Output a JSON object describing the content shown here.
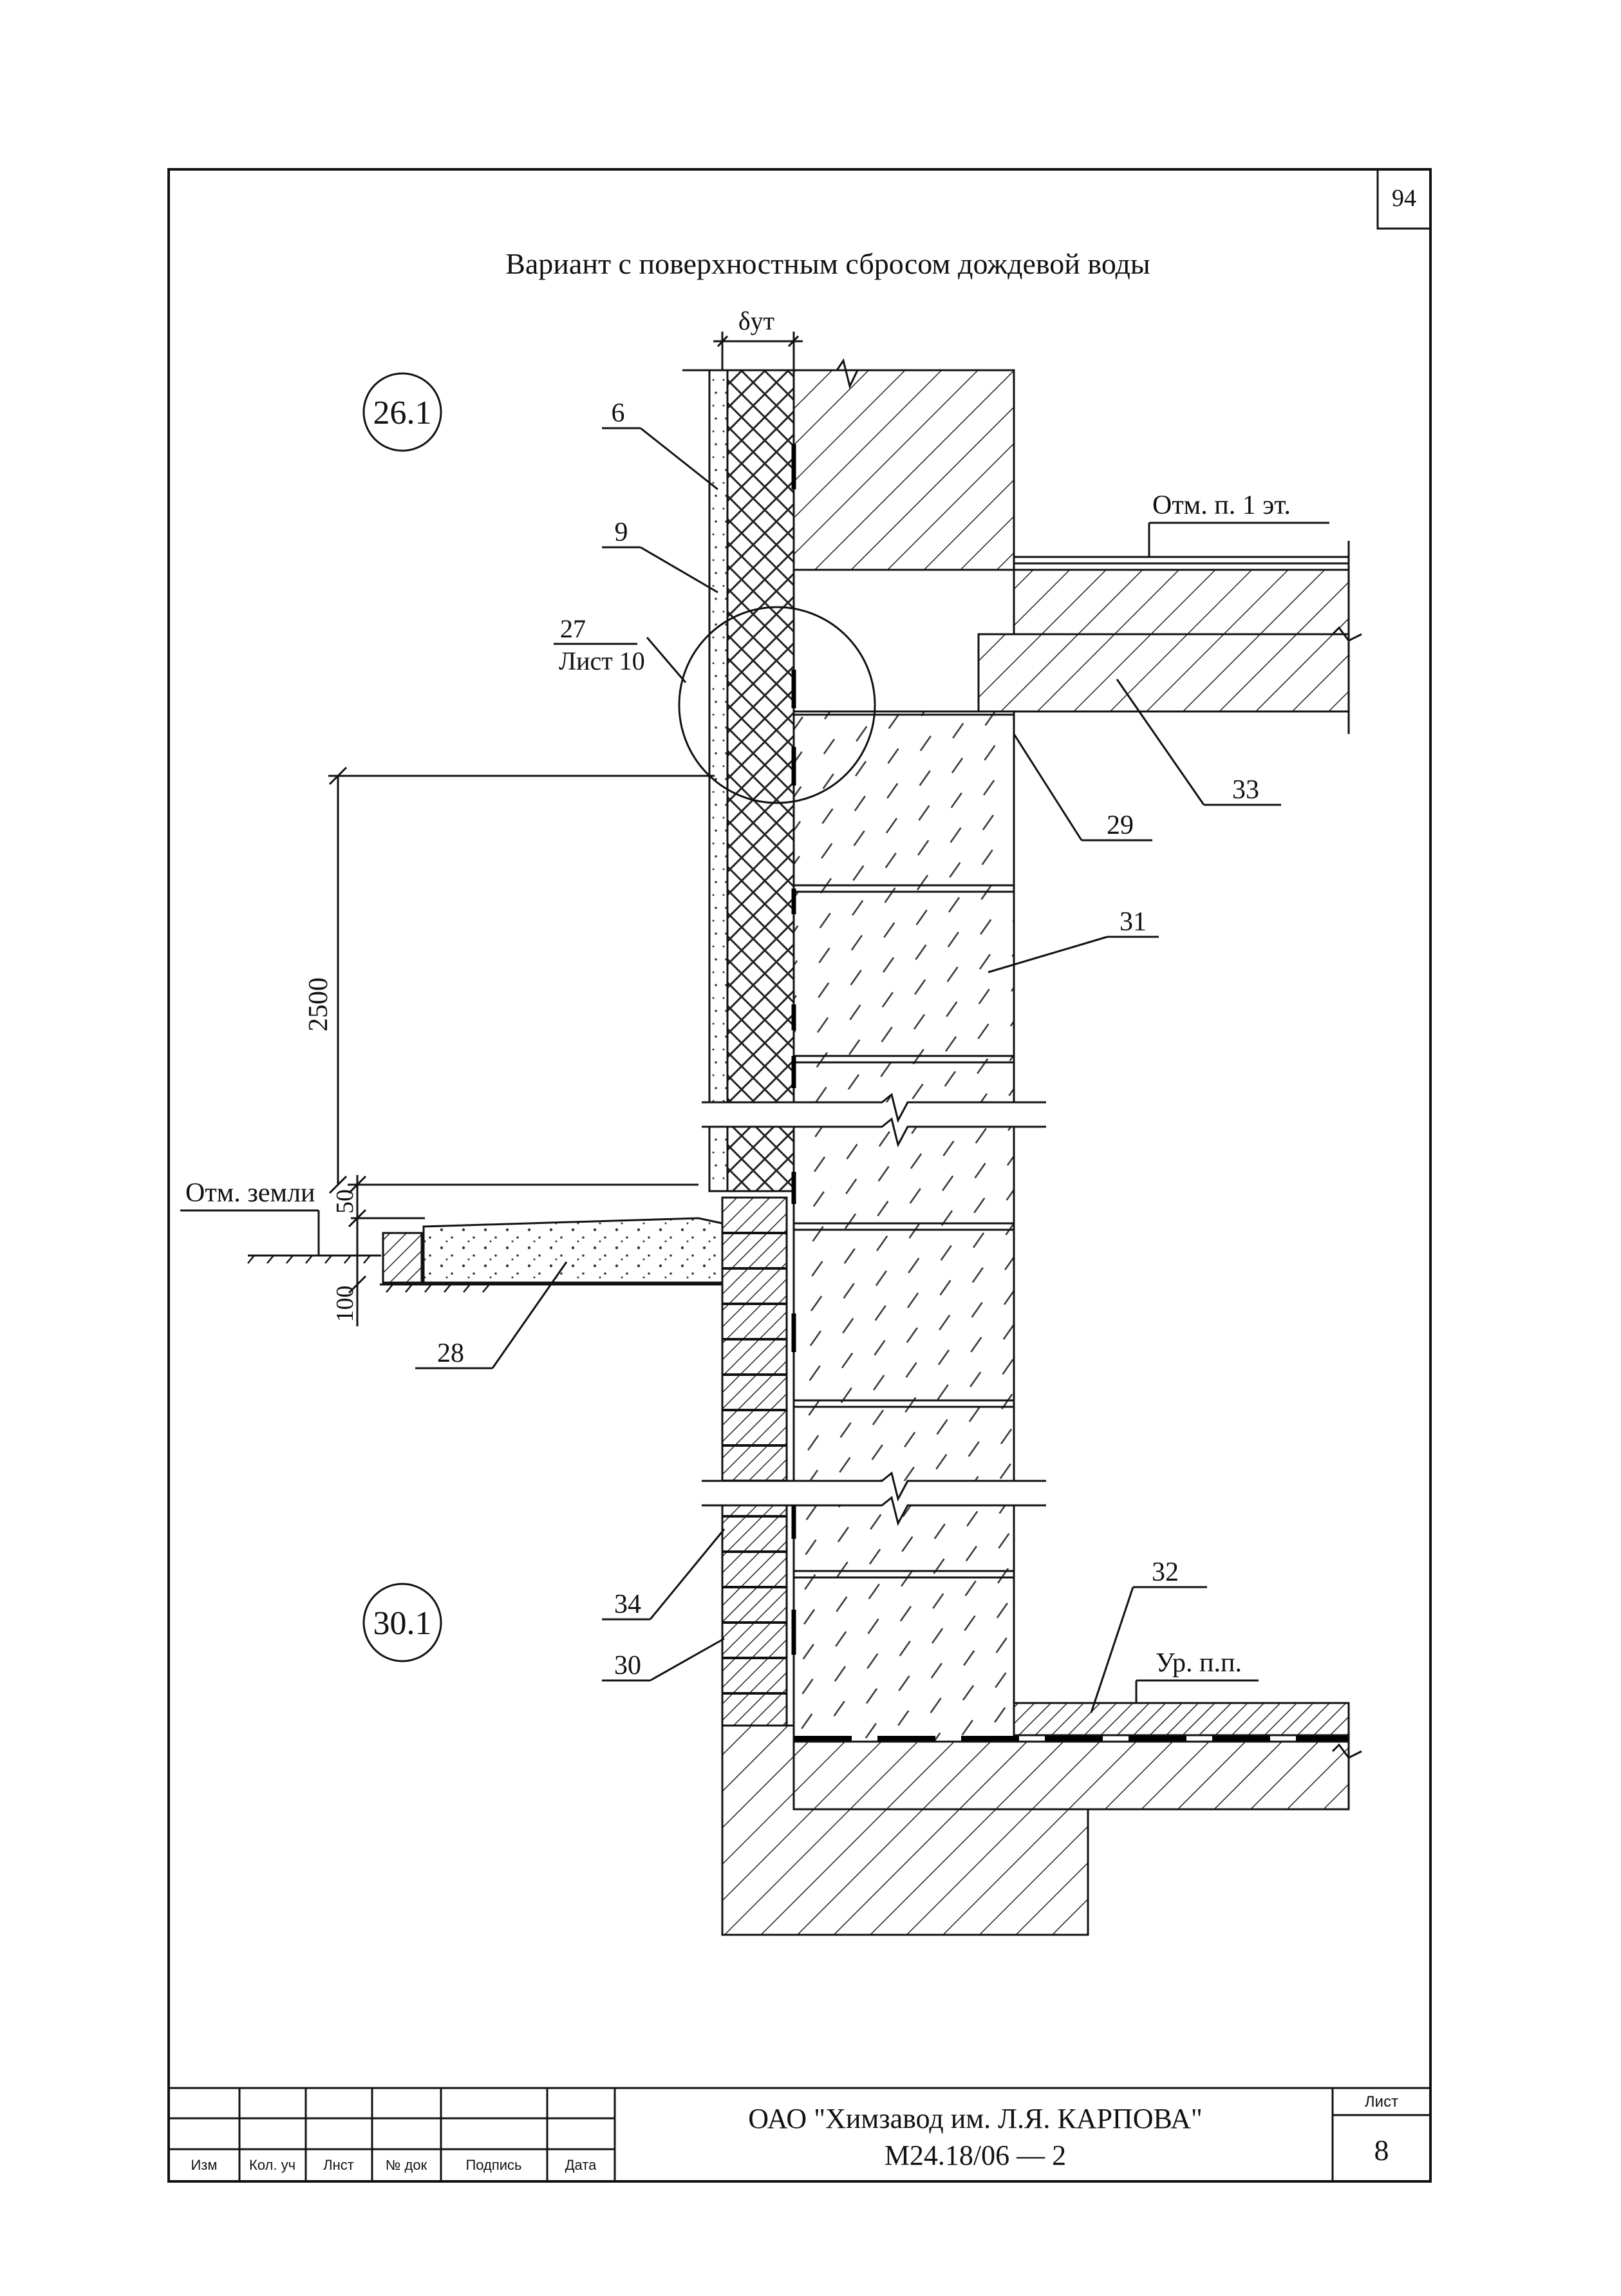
{
  "sheet_corner_number": "94",
  "title": "Вариант с поверхностным сбросом дождевой воды",
  "dimension_symbol": "δут",
  "node_labels": [
    "26.1",
    "30.1"
  ],
  "level_marks": {
    "first_floor": "Отм. п. 1 эт.",
    "ground": "Отм. земли",
    "floor_level": "Ур. п.п."
  },
  "detail_reference": {
    "number": "27",
    "sheet": "Лист 10"
  },
  "dimensions": {
    "height": "2500",
    "offset": "50",
    "depth": "100"
  },
  "callouts": {
    "c6": "6",
    "c9": "9",
    "c27": "27",
    "c33": "33",
    "c29": "29",
    "c31": "31",
    "c28": "28",
    "c32": "32",
    "c34": "34",
    "c30": "30"
  },
  "title_block": {
    "company": "ОАО \"Химзавод им. Л.Я. КАРПОВА\"",
    "document_code": "М24.18/06 — 2",
    "sheet_label": "Лист",
    "sheet_number": "8",
    "columns": [
      "Изм",
      "Кол. уч",
      "Лнст",
      "№ док",
      "Подпись",
      "Дата"
    ]
  }
}
